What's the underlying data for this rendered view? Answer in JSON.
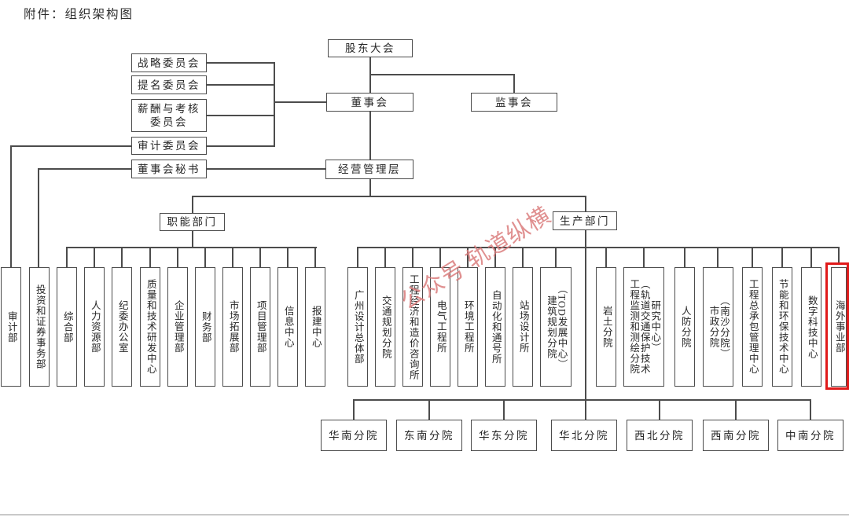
{
  "title": "附件：组织架构图",
  "watermark": "公众号 轨道纵横",
  "colors": {
    "line": "#4c4c4c",
    "box_border": "#4c4c4c",
    "text": "#262626",
    "highlight_red": "#e01a1a",
    "watermark_pink": "#da7d7d",
    "background": "#ffffff"
  },
  "nodes": {
    "shareholders": "股东大会",
    "board": "董事会",
    "supervisory": "监事会",
    "management": "经营管理层",
    "committees": [
      "战略委员会",
      "提名委员会",
      "薪酬与考核\n委员会",
      "审计委员会",
      "董事会秘书"
    ],
    "functional_header": "职能部门",
    "production_header": "生产部门",
    "functional_departments": [
      "审计部",
      "投资和证券事务部",
      "综合部",
      "人力资源部",
      "纪委办公室",
      "质量和技术研发中心",
      "企业管理部",
      "财务部",
      "市场拓展部",
      "项目管理部",
      "信息中心",
      "报建中心"
    ],
    "production_departments": [
      "广州设计总体部",
      "交通规划分院",
      "工程经济和造价咨询所",
      "电气工程所",
      "环境工程所",
      "自动化和通号所",
      "站场设计所",
      "建筑规划分院\n（TOD发展中心）",
      "岩土分院",
      "工程监测和测绘分院\n（轨道交通保护技术\n研究中心）",
      "人防分院",
      "市政分院\n（南沙分院）",
      "工程总承包管理中心",
      "节能和环保技术中心",
      "数字科技中心",
      "海外事业部"
    ],
    "regional_branches": [
      "华南分院",
      "东南分院",
      "华东分院",
      "华北分院",
      "西北分院",
      "西南分院",
      "中南分院"
    ],
    "highlighted_node": "海外事业部"
  }
}
